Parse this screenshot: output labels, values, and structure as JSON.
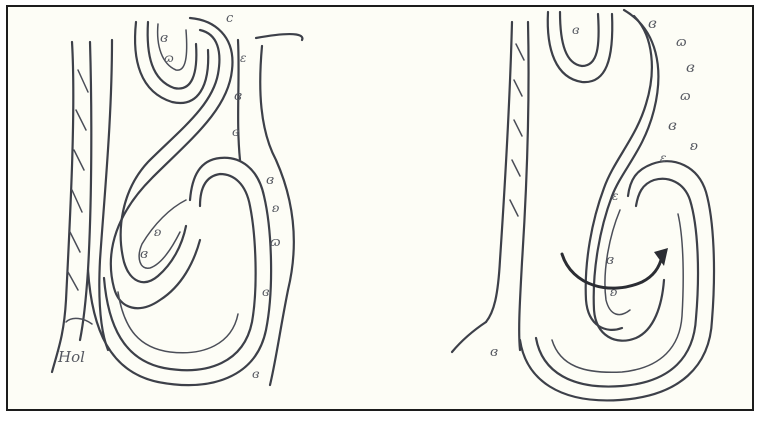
{
  "figure": {
    "panels": [
      {
        "id": "left",
        "handwritten_label": "Hol"
      },
      {
        "id": "right",
        "rotation_arrow": true
      }
    ],
    "colors": {
      "ink": "#3d4049",
      "paper": "#fdfdf6",
      "border": "#1c1c1c",
      "arrow": "#2b2d33"
    }
  }
}
